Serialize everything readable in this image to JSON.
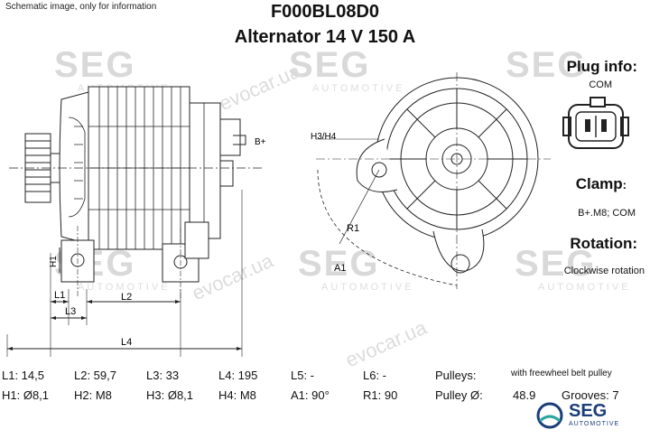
{
  "header": {
    "note": "Schematic image, only for information",
    "part_number": "F000BL08D0",
    "product": "Alternator 14 V 150 A"
  },
  "watermark": {
    "brand": "SEG",
    "sub": "AUTOMOTIVE",
    "site": "evocar.ua"
  },
  "drawing_labels": {
    "b_plus": "B+",
    "h3h4": "H3/H4",
    "r1": "R1",
    "a1": "A1",
    "h1": "H1",
    "l1": "L1",
    "l2": "L2",
    "l3": "L3",
    "l4": "L4"
  },
  "side": {
    "plug_title": "Plug info:",
    "plug_value": "COM",
    "clamp_title": "Clamp",
    "clamp_colon": ":",
    "clamp_value": "B+.M8; COM",
    "rotation_title": "Rotation:",
    "rotation_value": "Clockwise rotation"
  },
  "specs": {
    "row1": [
      "L1: 14,5",
      "L2: 59,7",
      "L3: 33",
      "L4: 195",
      "L5: -",
      "L6: -",
      "Pulleys:",
      "with freewheel belt pulley"
    ],
    "row2": [
      "H1: Ø8,1",
      "H2: M8",
      "H3: Ø8,1",
      "H4: M8",
      "A1: 90°",
      "R1: 90",
      "Pulley Ø:",
      "48.9",
      "Grooves: 7"
    ]
  },
  "logo": {
    "name": "SEG",
    "sub": "AUTOMOTIVE"
  },
  "colors": {
    "line": "#222222",
    "watermark": "#d9d9d9",
    "brand_blue": "#1b3d78",
    "brand_green": "#2aa6a0"
  }
}
